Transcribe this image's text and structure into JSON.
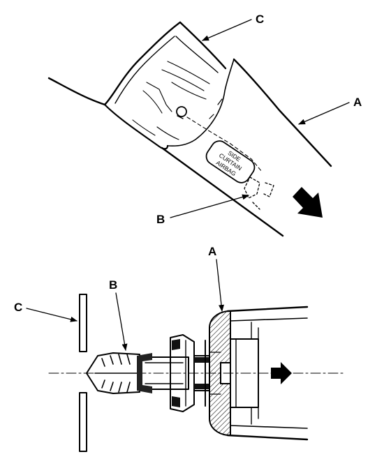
{
  "colors": {
    "ink": "#000000",
    "paper": "#ffffff"
  },
  "top_view": {
    "label_a": "A",
    "label_b": "B",
    "label_c": "C",
    "emblem": {
      "line1": "SIDE",
      "line2": "CURTAIN",
      "line3": "AIRBAG"
    },
    "direction_icon": "removal-direction-arrow-icon"
  },
  "bottom_view": {
    "label_a": "A",
    "label_b": "B",
    "label_c": "C",
    "direction_icon": "pull-direction-arrow-icon"
  }
}
